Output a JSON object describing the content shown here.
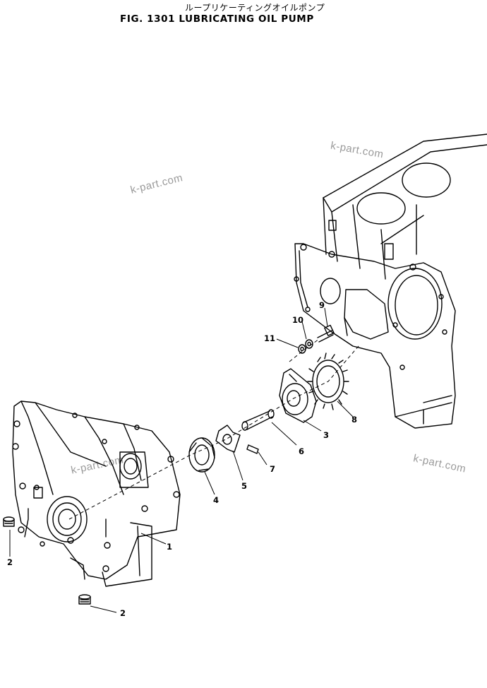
{
  "header": {
    "title_jp": "ループリケーティングオイルポンプ",
    "title_en": "FIG. 1301  LUBRICATING OIL PUMP"
  },
  "watermarks": [
    "k-part.com",
    "k-part.com",
    "k-part.com",
    "k-part.com"
  ],
  "callouts": [
    "1",
    "2",
    "2",
    "3",
    "4",
    "5",
    "6",
    "7",
    "8",
    "9",
    "10",
    "11"
  ]
}
